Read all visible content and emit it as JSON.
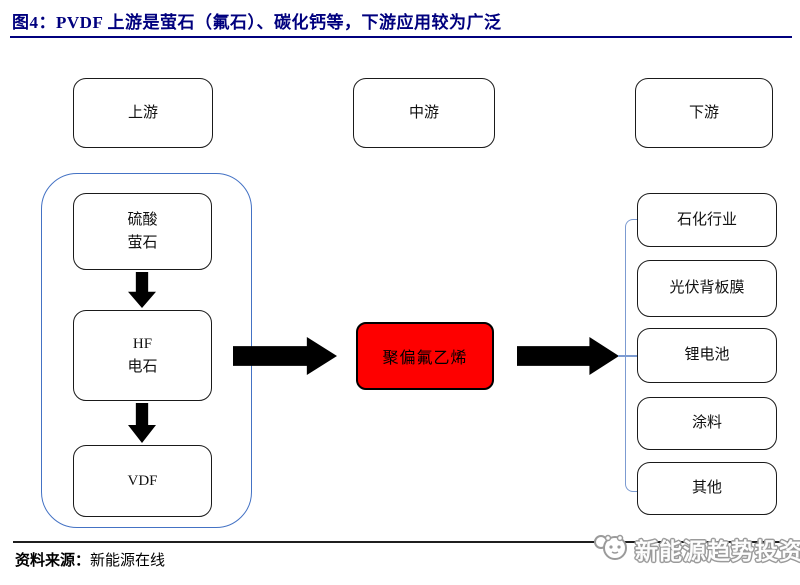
{
  "figure": {
    "title": "图4：PVDF 上游是萤石（氟石）、碳化钙等，下游应用较为广泛"
  },
  "stages": {
    "upstream": "上游",
    "midstream": "中游",
    "downstream": "下游"
  },
  "upstream_chain": [
    {
      "line1": "硫酸",
      "line2": "萤石"
    },
    {
      "line1": "HF",
      "line2": "电石"
    },
    {
      "line1": "VDF"
    }
  ],
  "product": {
    "name": "聚偏氟乙烯"
  },
  "downstream_apps": [
    {
      "label": "石化行业"
    },
    {
      "label": "光伏背板膜"
    },
    {
      "label": "锂电池"
    },
    {
      "label": "涂料"
    },
    {
      "label": "其他"
    }
  ],
  "footer": {
    "source_label": "资料来源：",
    "source_name": "新能源在线"
  },
  "watermark": {
    "brand": "新能源趋势投资"
  },
  "colors": {
    "title_navy": "#00007E",
    "group_border_blue": "#4472C4",
    "bracket_blue": "#7C9BD1",
    "product_red": "#FE0000",
    "arrow_black": "#000000"
  }
}
